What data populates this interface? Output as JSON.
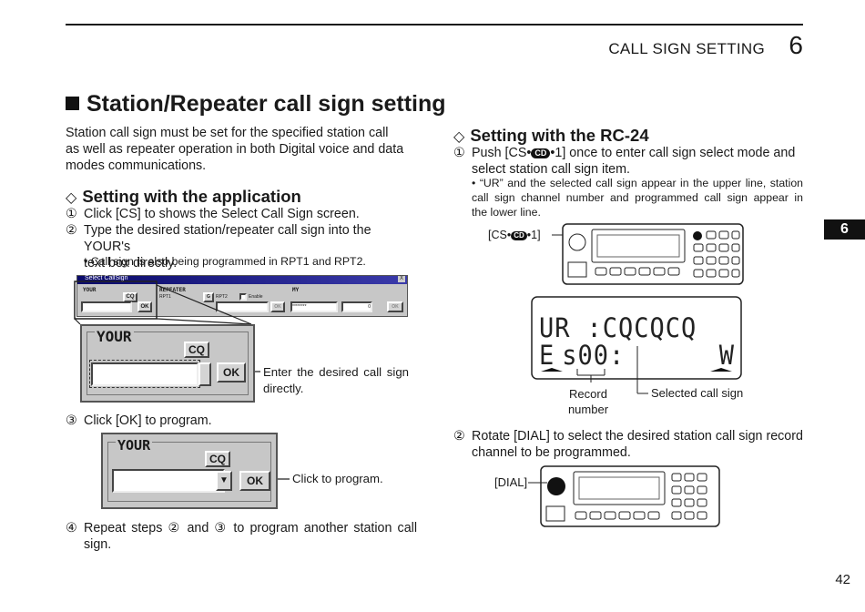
{
  "header": {
    "section_title": "CALL SIGN SETTING",
    "chapter": "6"
  },
  "side_tab": "6",
  "page_number": "42",
  "main_heading": "Station/Repeater call sign setting",
  "intro": [
    "Station call sign must be set for the specified station call",
    "as well as repeater operation in both Digital voice and data",
    "modes communications."
  ],
  "app_section": {
    "heading": "Setting with the application",
    "steps": [
      {
        "num": "①",
        "lines": [
          "Click [CS] to shows the Select Call Sign screen."
        ]
      },
      {
        "num": "②",
        "lines": [
          "Type the desired station/repeater call sign into the YOUR's",
          "text box directly."
        ]
      }
    ],
    "note": "• Call sign is also being programmed in RPT1 and RPT2.",
    "screenshot": {
      "title": "Select CallSign",
      "your": "YOUR",
      "repeater": "REPEATER",
      "my": "MY",
      "rpt1": "RPT1",
      "rpt2": "RPT2",
      "enable": "Enable",
      "cq": "CQ",
      "ok": "OK",
      "g": "G",
      "stars": "********",
      "zero": "0",
      "close": "X"
    },
    "zoom_labels": {
      "your": "YOUR",
      "cq": "CQ",
      "ok": "OK"
    },
    "callout_enter": [
      "Enter the desired call sign",
      "directly."
    ],
    "step3": {
      "num": "③",
      "text": "Click [OK] to program."
    },
    "dialog2": {
      "your": "YOUR",
      "cq": "CQ",
      "ok": "OK"
    },
    "callout_click": "Click to program.",
    "step4": {
      "num": "④",
      "lines": [
        "Repeat steps ② and ③ to program another station call",
        "sign."
      ]
    }
  },
  "rc_section": {
    "heading": "Setting with the RC-24",
    "step1": {
      "num": "①",
      "line1": "Push [CS•",
      "badge": "CD",
      "line1b": "•1] once to enter call sign select mode and",
      "line2": "select station call sign item."
    },
    "note": [
      "• “UR” and the selected call sign appear in the upper line, station",
      "call sign channel number and programmed call sign appear in",
      "the lower line."
    ],
    "cs_label_a": "[CS•",
    "cs_badge": "CD",
    "cs_label_b": "•1]",
    "lcd": {
      "line1_left": "UR",
      "line1_right": ":CQCQCQ",
      "line2_left": "E",
      "line2_mid": "s00:",
      "line2_right": "W"
    },
    "record_label": [
      "Record",
      "number"
    ],
    "selected_label": "Selected call sign",
    "step2": {
      "num": "②",
      "lines": [
        "Rotate [DIAL] to select the desired station call sign record",
        "channel to be programmed."
      ]
    },
    "dial_label": "[DIAL]"
  }
}
